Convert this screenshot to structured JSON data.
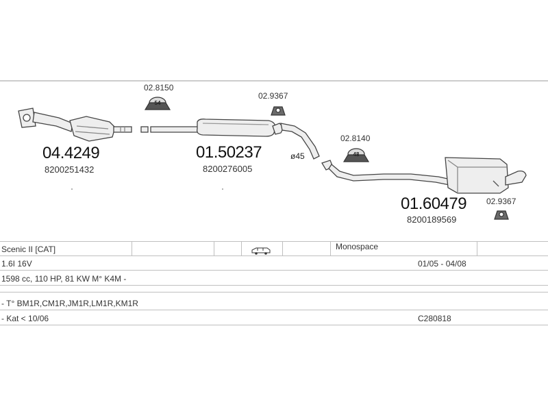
{
  "parts": {
    "front_pipe": {
      "number": "04.4249",
      "oem": "8200251432"
    },
    "middle_silencer": {
      "number": "01.50237",
      "oem": "8200276005"
    },
    "rear_silencer": {
      "number": "01.60479",
      "oem": "8200189569"
    }
  },
  "clamps": {
    "clamp_54": {
      "number": "02.8150",
      "size": "54"
    },
    "clamp_48": {
      "number": "02.8140",
      "size": "48"
    },
    "rubber_mount_1": {
      "number": "02.9367"
    },
    "rubber_mount_2": {
      "number": "02.9367"
    }
  },
  "pipe_diameter": "ø45",
  "info": {
    "model": "Scenic II [CAT]",
    "body_type": "Monospace",
    "engine": "1.6I 16V",
    "date_range": "01/05 - 04/08",
    "specs": "1598 cc, 110 HP, 81 KW M° K4M -",
    "types": "- T° BM1R,CM1R,JM1R,LM1R,KM1R",
    "kat": "- Kat < 10/06",
    "code": "C280818"
  },
  "colors": {
    "line": "#555555",
    "border": "#bfbfbf",
    "fill": "#e9e9e9"
  }
}
